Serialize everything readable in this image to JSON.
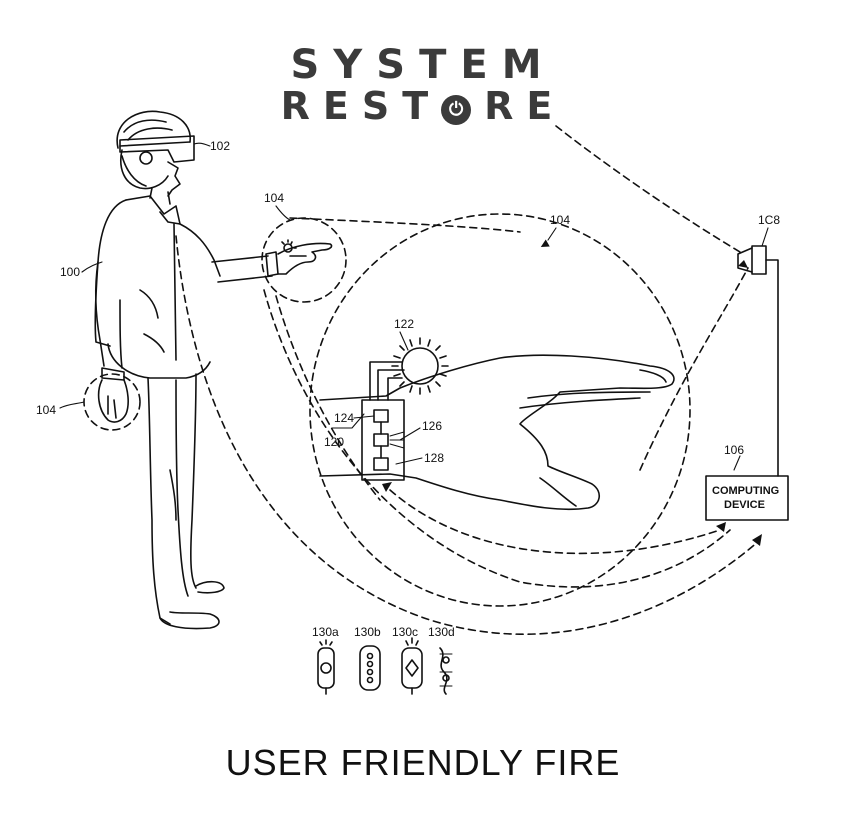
{
  "logo": {
    "line1": "SYSTEM",
    "line2_before": "REST",
    "line2_after": "RE"
  },
  "caption": "USER FRIENDLY FIRE",
  "labels": {
    "user": "100",
    "headset": "102",
    "hand_region_top": "104",
    "hand_region_left": "104",
    "hand_region_large": "104",
    "speaker": "1C8",
    "computing_device": "106",
    "wrist_device": "120",
    "light_emitter": "122",
    "module_a": "124",
    "module_b": "126",
    "module_c": "128",
    "band_a": "130a",
    "band_b": "130b",
    "band_c": "130c",
    "band_d": "130d"
  },
  "computing_device_text": {
    "line1": "COMPUTING",
    "line2": "DEVICE"
  },
  "icons": {
    "power": "power-icon"
  }
}
